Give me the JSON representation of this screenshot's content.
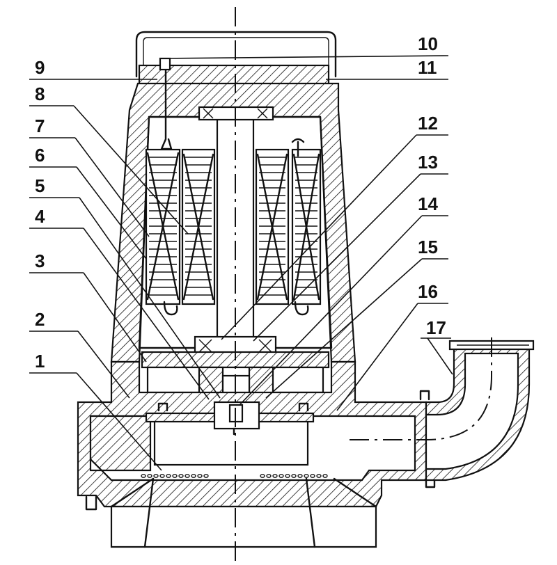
{
  "part_labels": [
    "1",
    "2",
    "3",
    "4",
    "5",
    "6",
    "7",
    "8",
    "9",
    "10",
    "11",
    "12",
    "13",
    "14",
    "15",
    "16",
    "17"
  ],
  "colors": {
    "ink": "#111111",
    "paper": "#ffffff"
  }
}
